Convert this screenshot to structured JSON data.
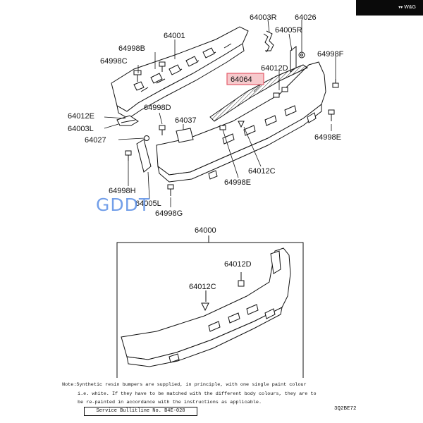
{
  "badge": {
    "text": "W&G"
  },
  "watermark": "GDDT",
  "labels": {
    "p64001": "64001",
    "p64003R": "64003R",
    "p64026": "64026",
    "p64005R": "64005R",
    "p64998B": "64998B",
    "p64998C": "64998C",
    "p64998F": "64998F",
    "p64012D_top": "64012D",
    "p64064": "64064",
    "p64012E": "64012E",
    "p64998D": "64998D",
    "p64003L": "64003L",
    "p64037": "64037",
    "p64027": "64027",
    "p64998E_right": "64998E",
    "p64012C_top": "64012C",
    "p64998E_mid": "64998E",
    "p64998H": "64998H",
    "p64005L": "64005L",
    "p64998G": "64998G",
    "p64000": "64000",
    "p64012D_bottom": "64012D",
    "p64012C_bottom": "64012C"
  },
  "note": {
    "line1": "Note:Synthetic resin bumpers are supplied, in principle, with one single paint colour",
    "line2": "i.e. white. If they have to be matched with the different body colours, they are to",
    "line3": "be re-painted in accordance with the instructions as applicable."
  },
  "bulletin": "Service Bullitline No. B4E-028",
  "ref_code": "3Q2BE72",
  "colors": {
    "highlight": "#e45c6a",
    "highlight_fill": "#f6c9cc",
    "watermark": "#5b8fe6"
  }
}
